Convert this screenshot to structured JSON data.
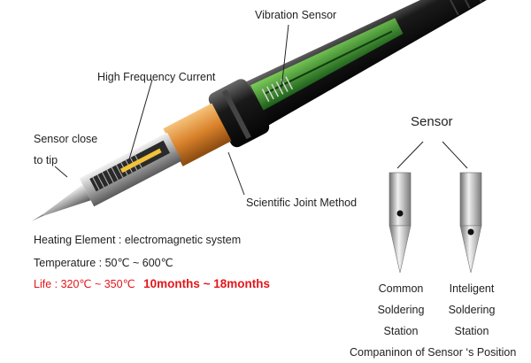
{
  "callouts": {
    "vibration_sensor": "Vibration Sensor",
    "high_frequency_current": "High Frequency Current",
    "sensor_close_line1": "Sensor close",
    "sensor_close_line2": "to tip",
    "scientific_joint": "Scientific Joint Method"
  },
  "specs": {
    "heating_element": "Heating Element : electromagnetic system",
    "temperature": "Temperature : 50℃ ~ 600℃",
    "life_prefix": "Life : 320℃ ~ 350℃",
    "life_duration": "10months ~ 18months"
  },
  "sensor_panel": {
    "title": "Sensor",
    "common_lines": [
      "Common",
      "Soldering",
      "Station"
    ],
    "inteligent_lines": [
      "Inteligent",
      "Soldering",
      "Station"
    ],
    "caption": "Companinon of Sensor ‘s Position"
  },
  "colors": {
    "accent_red": "#e3161b",
    "handle_green": "#2f8a2a",
    "sleeve_orange": "#d9822b",
    "coil_yellow": "#f2c23a"
  }
}
